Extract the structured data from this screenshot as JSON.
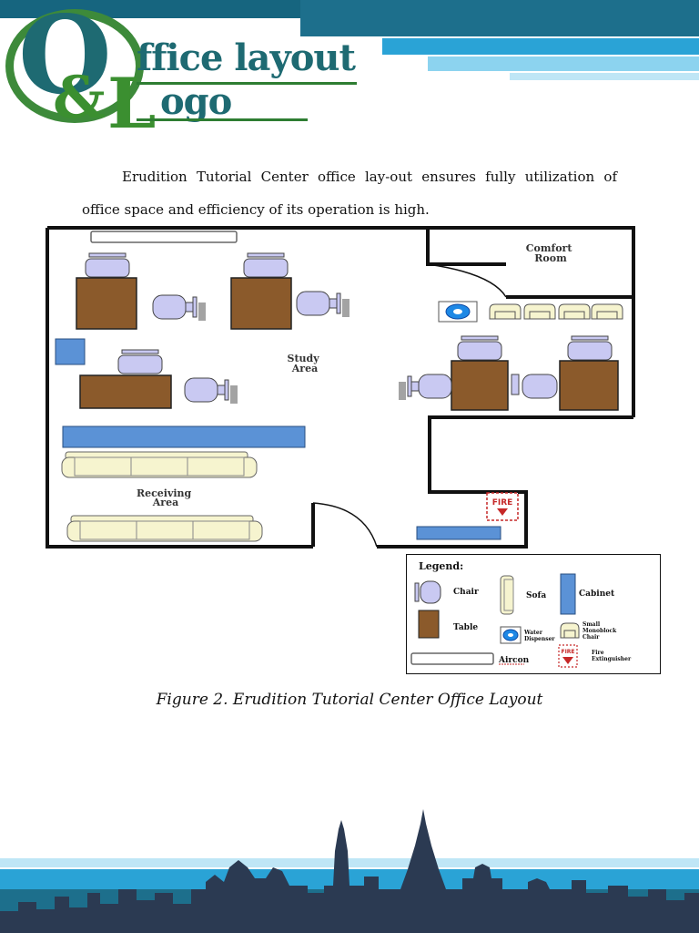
{
  "logo": {
    "big_letter": "O",
    "line1": "ffice layout",
    "ampersand": "&",
    "big_letter2": "L",
    "line2": "ogo"
  },
  "paragraph": {
    "line1": "Erudition Tutorial Center office lay-out ensures fully utilization of",
    "line2": "office space and efficiency of its operation is high."
  },
  "floorplan": {
    "areas": {
      "comfort_room": [
        "Comfort",
        "Room"
      ],
      "study_area": [
        "Study",
        "Area"
      ],
      "receiving_area": [
        "Receiving",
        "Area"
      ]
    },
    "fire_sign": "FIRE",
    "colors": {
      "table": "#8b5a2b",
      "chair": "#c9c9f2",
      "cabinet": "#5b92d6",
      "sofa": "#f6f4cf",
      "wall": "#111111",
      "dispenser": "#1e88e5"
    }
  },
  "legend": {
    "title": "Legend:",
    "items": {
      "chair": "Chair",
      "table": "Table",
      "sofa": "Sofa",
      "water_dispenser": [
        "Water",
        "Dispenser"
      ],
      "cabinet": "Cabinet",
      "monoblock": [
        "Small",
        "Monoblock",
        "Chair"
      ],
      "aircon": "Aircon",
      "fire_extinguisher": [
        "Fire",
        "Extinguisher"
      ]
    }
  },
  "caption": "Figure 2. Erudition Tutorial Center Office Layout"
}
